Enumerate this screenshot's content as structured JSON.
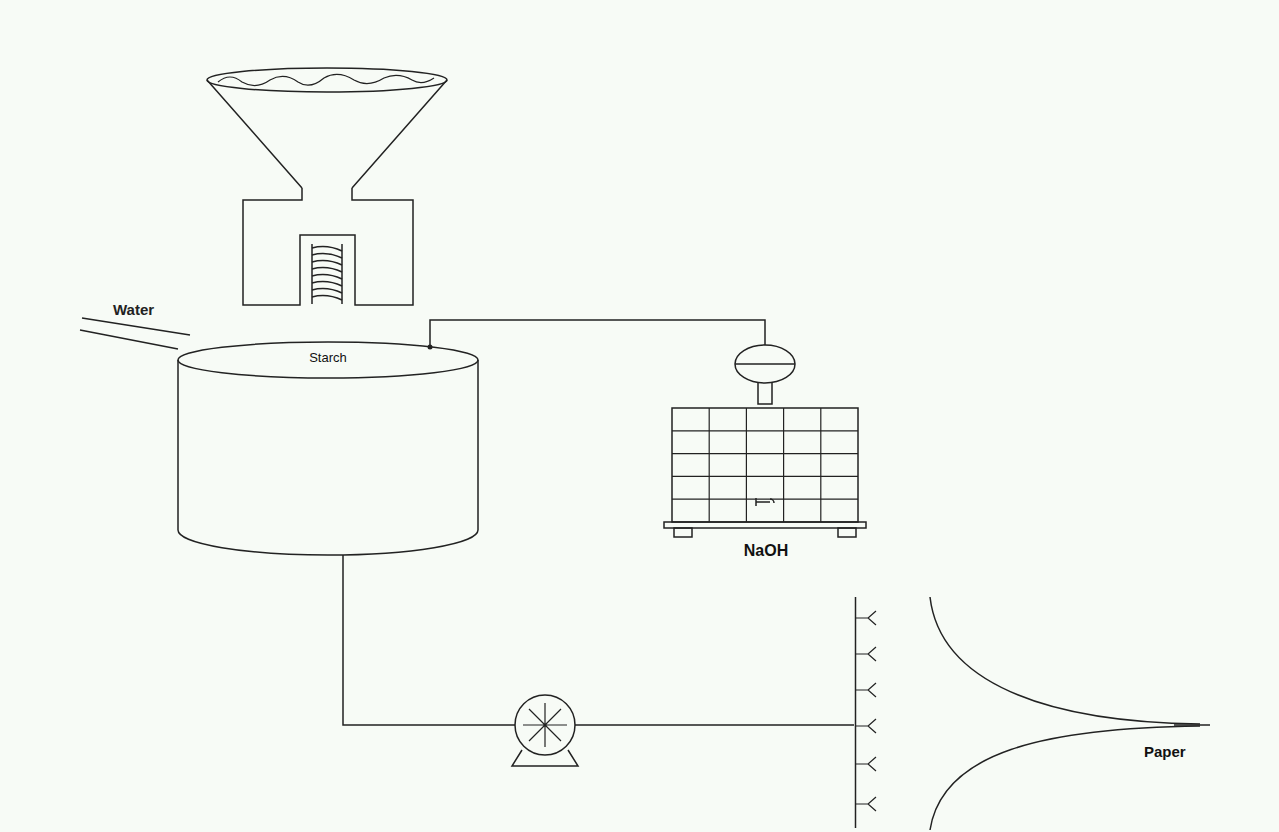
{
  "diagram": {
    "nodes": [
      {
        "text": [
          "Starch"
        ]
      },
      {
        "text": [
          "NaOH"
        ]
      },
      {
        "text": [
          "Paper"
        ]
      }
    ],
    "edges": [
      {
        "from": 1,
        "to": 0,
        "arrow": "none"
      },
      {
        "from": 0,
        "to": 2,
        "arrow": "none"
      }
    ],
    "labels": [
      "Water"
    ]
  }
}
